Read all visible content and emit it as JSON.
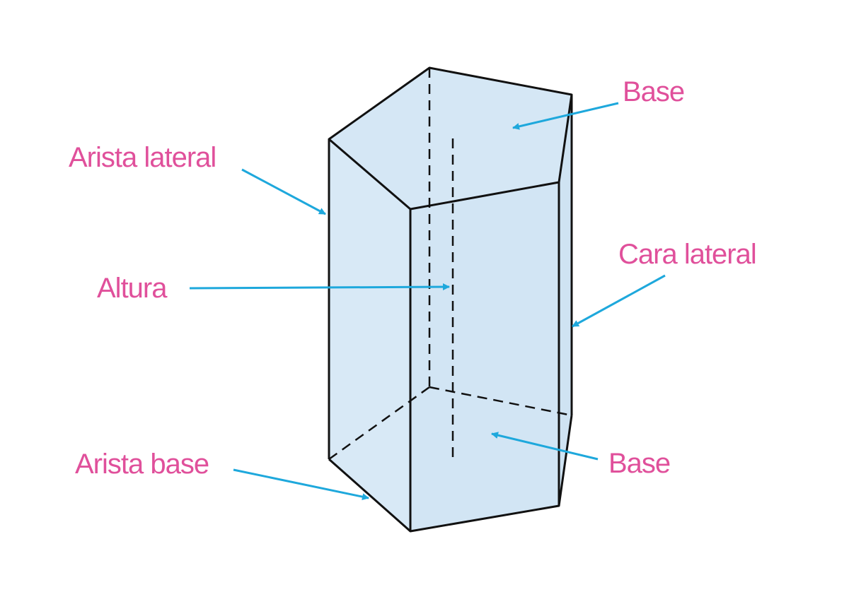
{
  "labels": {
    "base_top": "Base",
    "arista_lateral": "Arista lateral",
    "altura": "Altura",
    "cara_lateral": "Cara lateral",
    "arista_base": "Arista base",
    "base_bottom": "Base"
  },
  "colors": {
    "label_text": "#e0509b",
    "arrow": "#1ea8dc",
    "face_fill": "#d5e7f5",
    "edge": "#111111"
  }
}
